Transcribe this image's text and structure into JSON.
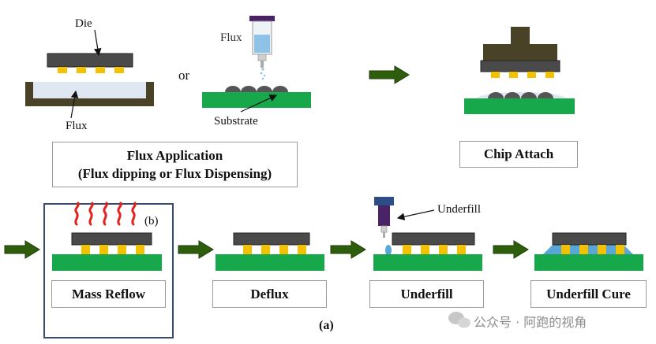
{
  "labels": {
    "die": "Die",
    "flux_left": "Flux",
    "or": "or",
    "flux_syringe": "Flux",
    "substrate": "Substrate",
    "b": "(b)",
    "underfill_syringe": "Underfill",
    "caption": "(a)"
  },
  "boxes": {
    "flux_application_line1": "Flux Application",
    "flux_application_line2": "(Flux dipping or Flux Dispensing)",
    "chip_attach": "Chip Attach",
    "mass_reflow": "Mass Reflow",
    "deflux": "Deflux",
    "underfill": "Underfill",
    "underfill_cure": "Underfill Cure"
  },
  "watermark": "公众号 · 阿跑的视角",
  "colors": {
    "die": "#4b4a4a",
    "dark_olive": "#4a4226",
    "bump": "#f2c200",
    "substrate": "#18a84c",
    "arrow": "#2e5e0c",
    "reflow": "#e2221c",
    "flux_fill": "#dfe8f2",
    "underfill": "#5aa6d6",
    "syringe": "#4a2366"
  }
}
